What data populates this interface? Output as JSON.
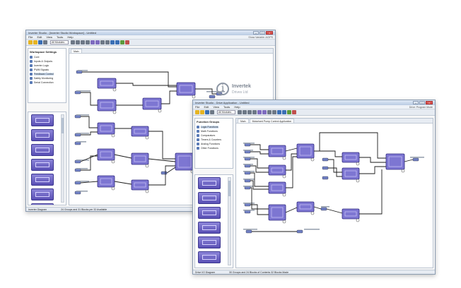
{
  "window1": {
    "title": "Inverter Studio - [Inverter Studio Workspace] - Untitled",
    "menu": [
      "File",
      "Edit",
      "View",
      "Tools",
      "Help"
    ],
    "menu_right": "Show Variable: ACIPS",
    "toolbar_select": "All Modules",
    "tree_header": "Workspace Settings",
    "tree_items": [
      "Core",
      "Inputs & Outputs",
      "Inverter Logic",
      "PWM Signals",
      "Feedback Control",
      "Safety Monitoring",
      "Serial Connection"
    ],
    "tree_selected_index": 4,
    "tab": "Main",
    "status": [
      "Inverter Diagram",
      "24 Groups and 31 Blocks per 32 Available"
    ],
    "logo_name": "Invertek",
    "logo_sub": "Drives Ltd"
  },
  "window2": {
    "title": "Inverter Studio - Drive Application - Untitled",
    "menu": [
      "File",
      "Edit",
      "View",
      "Tools",
      "Help"
    ],
    "menu_right": "Drive: Program Mode",
    "toolbar_select": "All Modules",
    "tree_header": "Function Groups",
    "tree_items": [
      "Logic Functions",
      "Math Functions",
      "Comparators",
      "Timers & Counters",
      "Analog Functions",
      "Other Functions"
    ],
    "tree_selected_index": 0,
    "tabs": [
      "Main",
      "Motorised Pump Control Application"
    ],
    "status": [
      "Drive I/O Diagram",
      "30 Groups and 24 Blocks of Contents 32 Blocks Made"
    ]
  },
  "colors": {
    "block_fill": "#7d76d2",
    "block_border": "#2f2a80",
    "wire": "#1a1a1a",
    "io_tag": "#6f7fc4"
  }
}
